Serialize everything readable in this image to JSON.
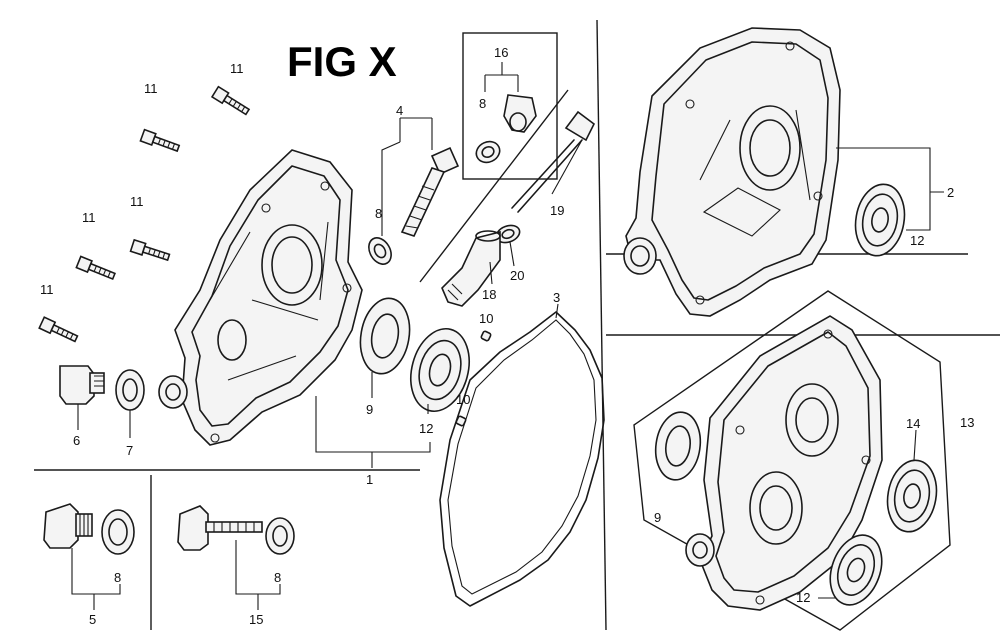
{
  "diagram": {
    "title": "FIG X",
    "callouts": {
      "c11a": "11",
      "c11b": "11",
      "c11c": "11",
      "c11d": "11",
      "c11e": "11",
      "c4": "4",
      "c8a": "8",
      "c16": "16",
      "c8b": "8",
      "c19": "19",
      "c20": "20",
      "c18": "18",
      "c3": "3",
      "c10a": "10",
      "c10b": "10",
      "c9a": "9",
      "c12a": "12",
      "c1": "1",
      "c6": "6",
      "c7": "7",
      "c2": "2",
      "c12b": "12",
      "c13": "13",
      "c14": "14",
      "c9b": "9",
      "c12c": "12",
      "c5": "5",
      "c8c": "8",
      "c15": "15",
      "c8d": "8"
    }
  }
}
